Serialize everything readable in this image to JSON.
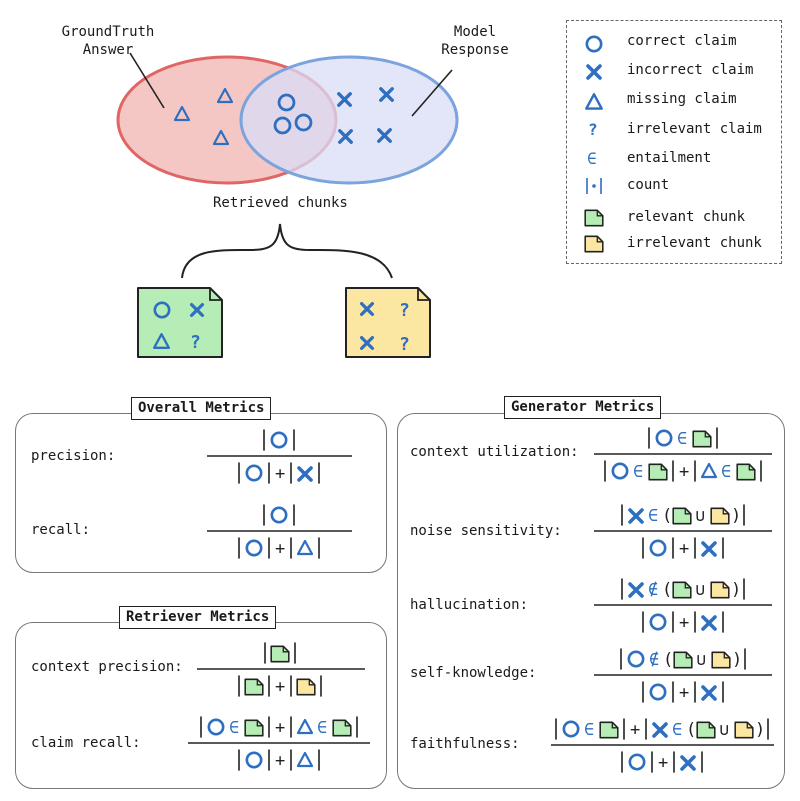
{
  "venn": {
    "left_label_line1": "GroundTruth",
    "left_label_line2": "Answer",
    "right_label_line1": "Model",
    "right_label_line2": "Response"
  },
  "retrieved_label": "Retrieved chunks",
  "legend": {
    "items": [
      {
        "icon": "circle-icon",
        "label": "correct claim"
      },
      {
        "icon": "cross-icon",
        "label": "incorrect claim"
      },
      {
        "icon": "triangle-icon",
        "label": "missing claim"
      },
      {
        "icon": "question-icon",
        "label": "irrelevant claim"
      },
      {
        "icon": "element-of-icon",
        "label": "entailment"
      },
      {
        "icon": "count-icon",
        "label": "count"
      },
      {
        "icon": "green-chunk-icon",
        "label": "relevant chunk"
      },
      {
        "icon": "yellow-chunk-icon",
        "label": "irrelevant chunk"
      }
    ]
  },
  "overall": {
    "title": "Overall Metrics",
    "precision": "precision:",
    "recall": "recall:"
  },
  "retriever": {
    "title": "Retriever Metrics",
    "context_precision": "context precision:",
    "claim_recall": "claim recall:"
  },
  "generator": {
    "title": "Generator Metrics",
    "context_utilization": "context utilization:",
    "noise_sensitivity": "noise sensitivity:",
    "hallucination": "hallucination:",
    "self_knowledge": "self-knowledge:",
    "faithfulness": "faithfulness:"
  },
  "colors": {
    "blue": "#2e6fc0",
    "gt_fill": "#f4c7c5",
    "gt_stroke": "#e06666",
    "mr_fill": "#d9dcf5",
    "mr_stroke": "#7ba3dd",
    "green": "#b6ecb6",
    "yellow": "#fbe6a2"
  },
  "symbols": {
    "elem": "∈",
    "notelem": "∉",
    "union": "∪",
    "plus": "+",
    "lparen": "(",
    "rparen": ")",
    "question": "?"
  }
}
